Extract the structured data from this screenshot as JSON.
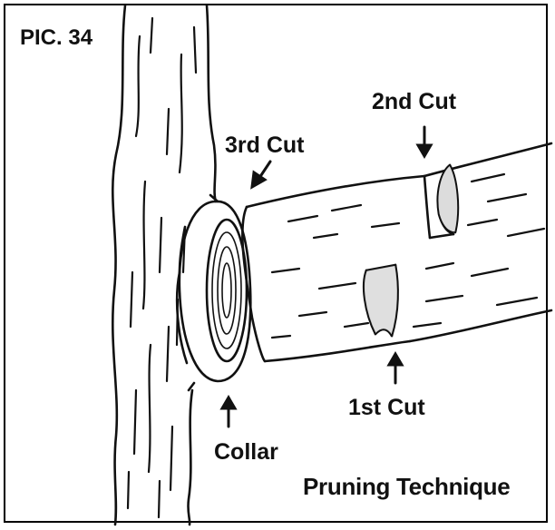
{
  "figure": {
    "label": "PIC. 34",
    "caption": "Pruning Technique"
  },
  "labels": {
    "first_cut": "1st Cut",
    "second_cut": "2nd Cut",
    "third_cut": "3rd Cut",
    "collar": "Collar"
  },
  "colors": {
    "ink": "#111111",
    "paper": "#ffffff",
    "shading": "#dcdcdc"
  },
  "icons": [
    "arrow-down-icon",
    "arrow-down-left-icon",
    "arrow-up-icon"
  ]
}
